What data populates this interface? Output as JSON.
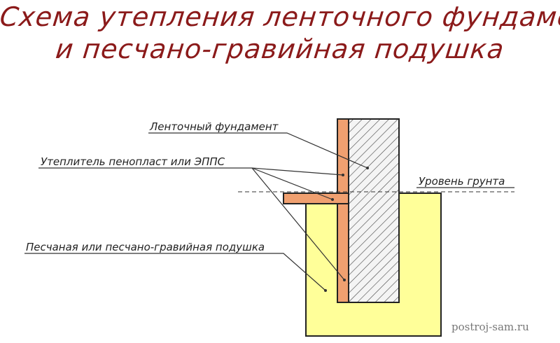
{
  "title": {
    "line1": "Схема утепления ленточного фундамента",
    "line2": "и песчано-гравийная подушка"
  },
  "labels": {
    "foundation": "Ленточный фундамент",
    "insulation": "Утеплитель пенопласт или ЭППС",
    "ground_level": "Уровень грунта",
    "cushion": "Песчаная или песчано-гравийная подушка"
  },
  "watermark": "postroj-sam.ru",
  "colors": {
    "title": "#8b1a1a",
    "insulation": "#f0a070",
    "cushion": "#ffff99",
    "foundation_hatch": "#444444"
  }
}
